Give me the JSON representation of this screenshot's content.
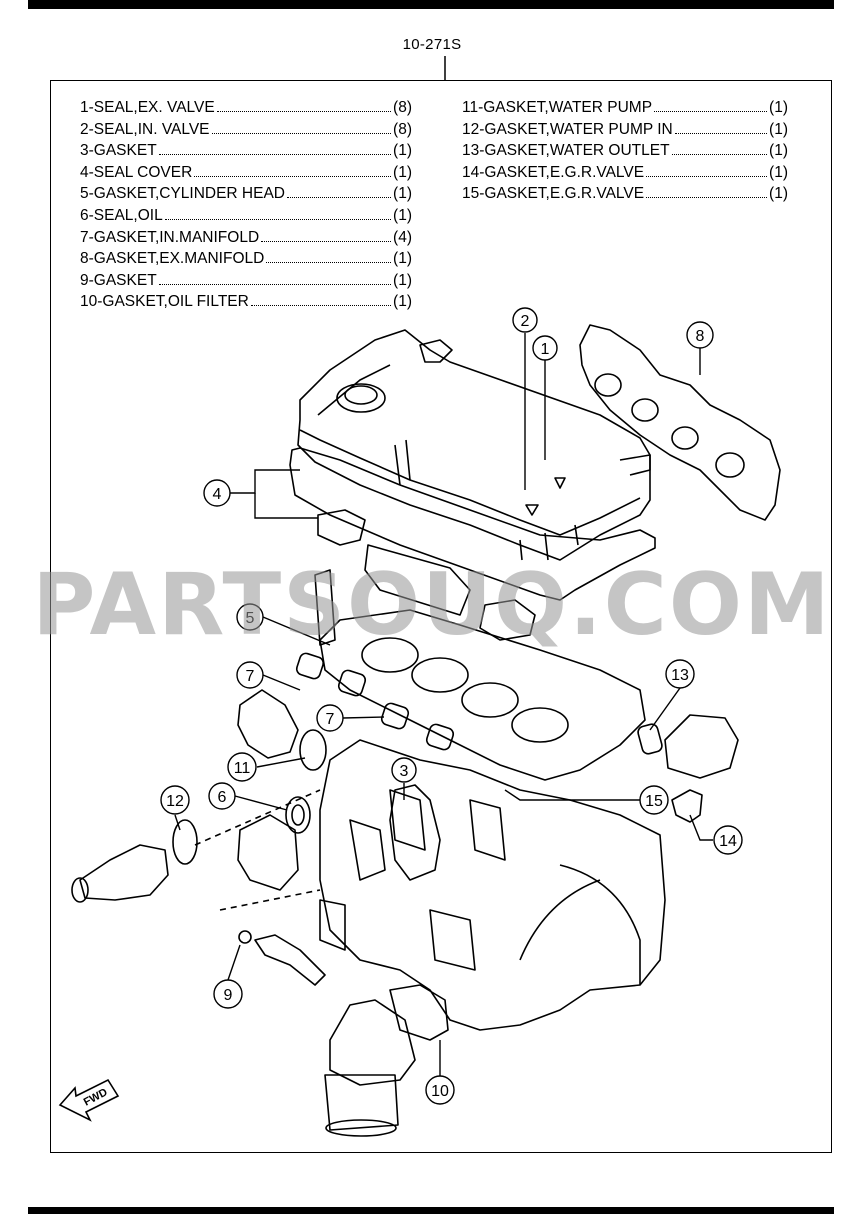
{
  "reference_code": "10-271S",
  "watermark": "PARTSOUQ.COM",
  "fwd_label": "FWD",
  "parts_left": [
    {
      "label": "1-SEAL,EX. VALVE",
      "qty": "(8)"
    },
    {
      "label": "2-SEAL,IN. VALVE",
      "qty": "(8)"
    },
    {
      "label": "3-GASKET",
      "qty": "(1)"
    },
    {
      "label": "4-SEAL COVER",
      "qty": "(1)"
    },
    {
      "label": "5-GASKET,CYLINDER HEAD",
      "qty": "(1)"
    },
    {
      "label": "6-SEAL,OIL",
      "qty": "(1)"
    },
    {
      "label": "7-GASKET,IN.MANIFOLD",
      "qty": "(4)"
    },
    {
      "label": "8-GASKET,EX.MANIFOLD",
      "qty": "(1)"
    },
    {
      "label": "9-GASKET",
      "qty": "(1)"
    },
    {
      "label": "10-GASKET,OIL FILTER",
      "qty": "(1)"
    }
  ],
  "parts_right": [
    {
      "label": "11-GASKET,WATER PUMP",
      "qty": "(1)"
    },
    {
      "label": "12-GASKET,WATER PUMP IN",
      "qty": "(1)"
    },
    {
      "label": "13-GASKET,WATER OUTLET",
      "qty": "(1)"
    },
    {
      "label": "14-GASKET,E.G.R.VALVE",
      "qty": "(1)"
    },
    {
      "label": "15-GASKET,E.G.R.VALVE",
      "qty": "(1)"
    }
  ],
  "callouts": {
    "c1": "1",
    "c2": "2",
    "c3": "3",
    "c4": "4",
    "c5": "5",
    "c6": "6",
    "c7a": "7",
    "c7b": "7",
    "c8": "8",
    "c9": "9",
    "c10": "10",
    "c11": "11",
    "c12": "12",
    "c13": "13",
    "c14": "14",
    "c15": "15"
  }
}
